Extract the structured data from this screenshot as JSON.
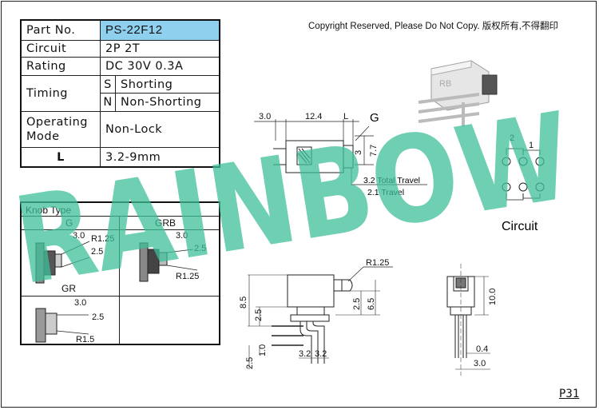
{
  "copyright": "Copyright Reserved, Please Do Not Copy. 版权所有,不得翻印",
  "watermark": "RAINBOW",
  "page_number": "P31",
  "spec": {
    "part_no_label": "Part No.",
    "part_no_value": "PS-22F12",
    "circuit_label": "Circuit",
    "circuit_value": "2P 2T",
    "rating_label": "Rating",
    "rating_value": "DC 30V 0.3A",
    "timing_label": "Timing",
    "timing_s_code": "S",
    "timing_s_value": "Shorting",
    "timing_n_code": "N",
    "timing_n_value": "Non-Shorting",
    "operating_label": "Operating Mode",
    "operating_value": "Non-Lock",
    "l_label": "L",
    "l_value": "3.2-9mm"
  },
  "knob": {
    "title": "Knob Type",
    "g": {
      "name": "G",
      "d1": "3.0",
      "d2": "R1.25",
      "d3": "2.5"
    },
    "grb": {
      "name": "GRB",
      "d1": "3.0",
      "d2": "2.5",
      "d3": "R1.25"
    },
    "gr": {
      "name": "GR",
      "d1": "3.0",
      "d2": "2.5",
      "d3": "R1.5"
    }
  },
  "top_view": {
    "d1": "3.0",
    "d2": "12.4",
    "d3": "L",
    "g": "G",
    "d4": "3",
    "d5": "7.7",
    "travel_total": "3.2 Total Travel",
    "travel": "2.1 Travel"
  },
  "product_logo": "RB",
  "circuit": {
    "label": "Circuit",
    "pin1": "1",
    "pin2": "2"
  },
  "side_view": {
    "r": "R1.25",
    "d1": "8.5",
    "d2": "2.5",
    "d3": "2.5",
    "d4": "6.5",
    "d5": "1.0",
    "d6": "2.5",
    "d7": "3.2",
    "d8": "3.2"
  },
  "end_view": {
    "d1": "10.0",
    "d2": "0.4",
    "d3": "3.0"
  },
  "colors": {
    "watermark": "#3dbf9a",
    "header_fill": "#8fd0ef"
  }
}
